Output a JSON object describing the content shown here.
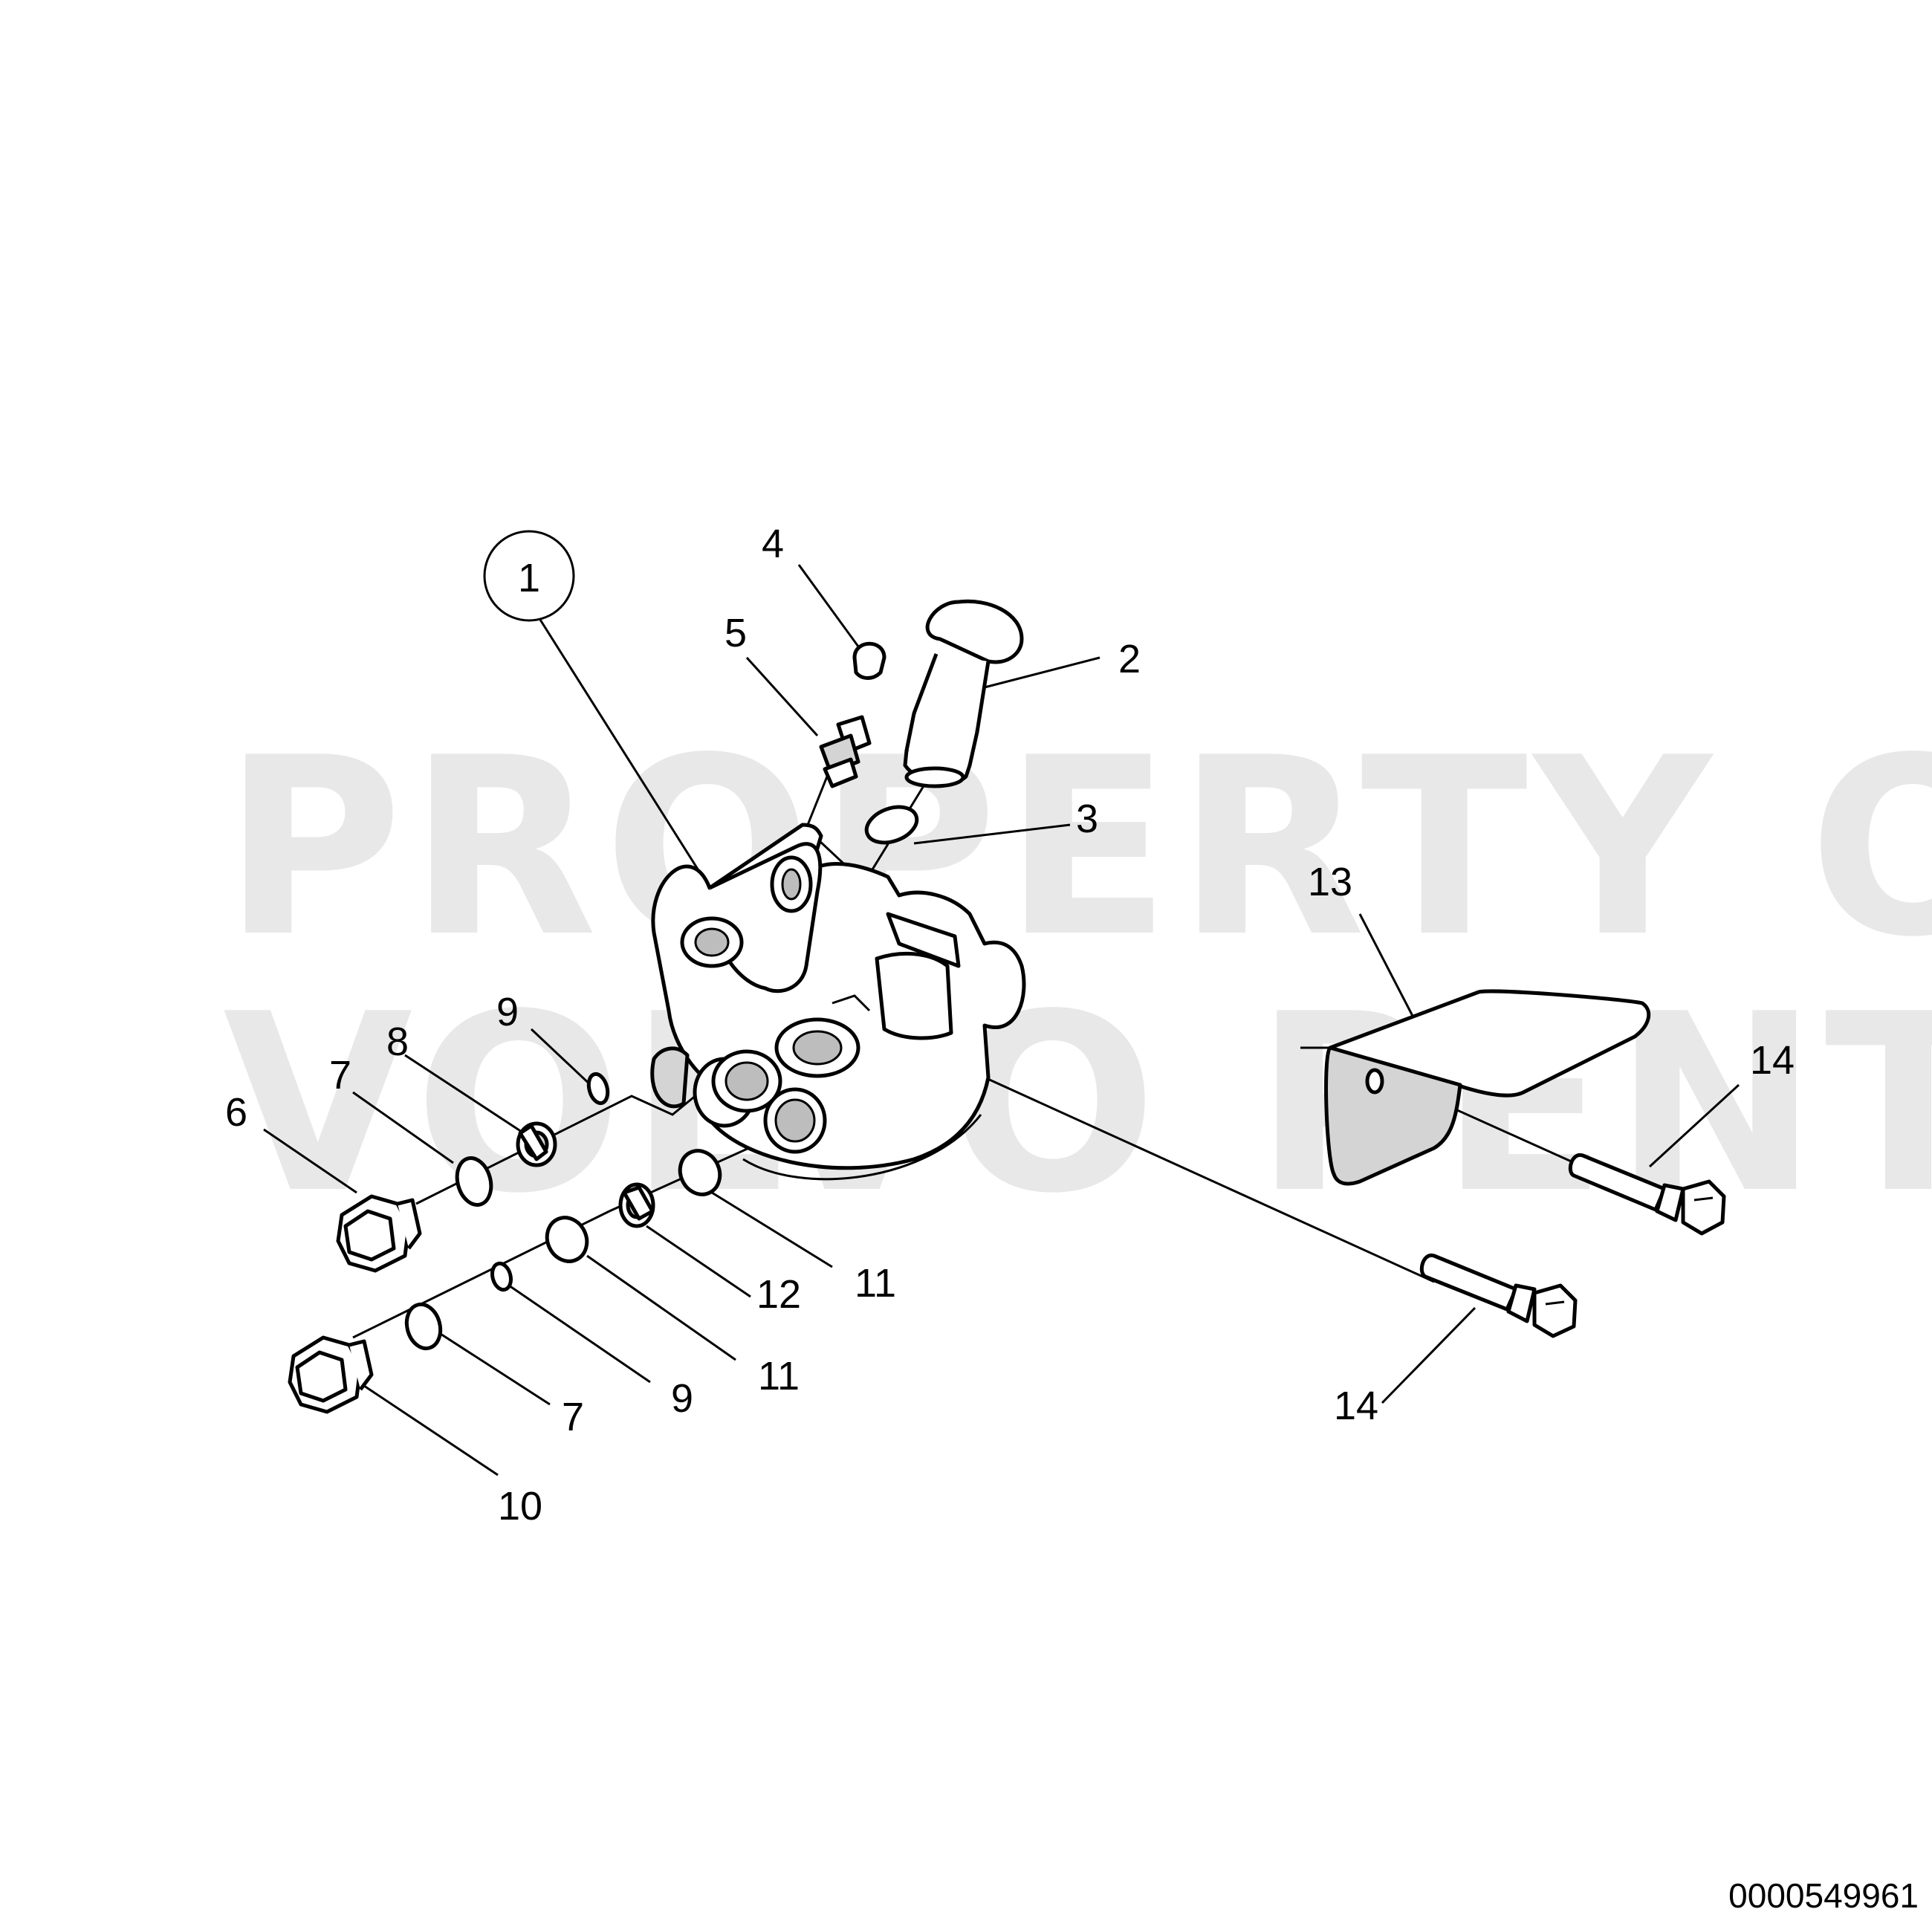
{
  "watermark": {
    "line1": "PROPERTY OF",
    "line2": "VOLVO PENTA"
  },
  "drawing_number": "0000549961",
  "callouts": {
    "c1": "1",
    "c2": "2",
    "c3": "3",
    "c4": "4",
    "c5": "5",
    "c6": "6",
    "c7a": "7",
    "c7b": "7",
    "c8": "8",
    "c9a": "9",
    "c9b": "9",
    "c10": "10",
    "c11a": "11",
    "c11b": "11",
    "c12": "12",
    "c13": "13",
    "c14a": "14",
    "c14b": "14"
  }
}
